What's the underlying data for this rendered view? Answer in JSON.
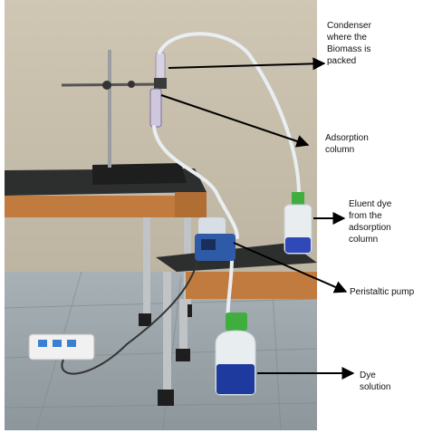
{
  "labels": {
    "condenser": "Condenser\nwhere the\nBiomass is\npacked",
    "adsorption_column": "Adsorption\ncolumn",
    "eluent_dye": "Eluent dye\nfrom the\nadsorption\ncolumn",
    "peristaltic_pump": "Peristaltic pump",
    "dye_solution": "Dye\nsolution"
  },
  "colors": {
    "wall": "#c9c0ae",
    "floor": "#9aa4a8",
    "bench_top": "#2d2f2f",
    "bench_edge": "#c27b3e",
    "pump_body": "#2f5aa8",
    "dye_liquid": "#1f3a9e",
    "bottle_cap": "#3fae3f",
    "arrow": "#000000"
  }
}
